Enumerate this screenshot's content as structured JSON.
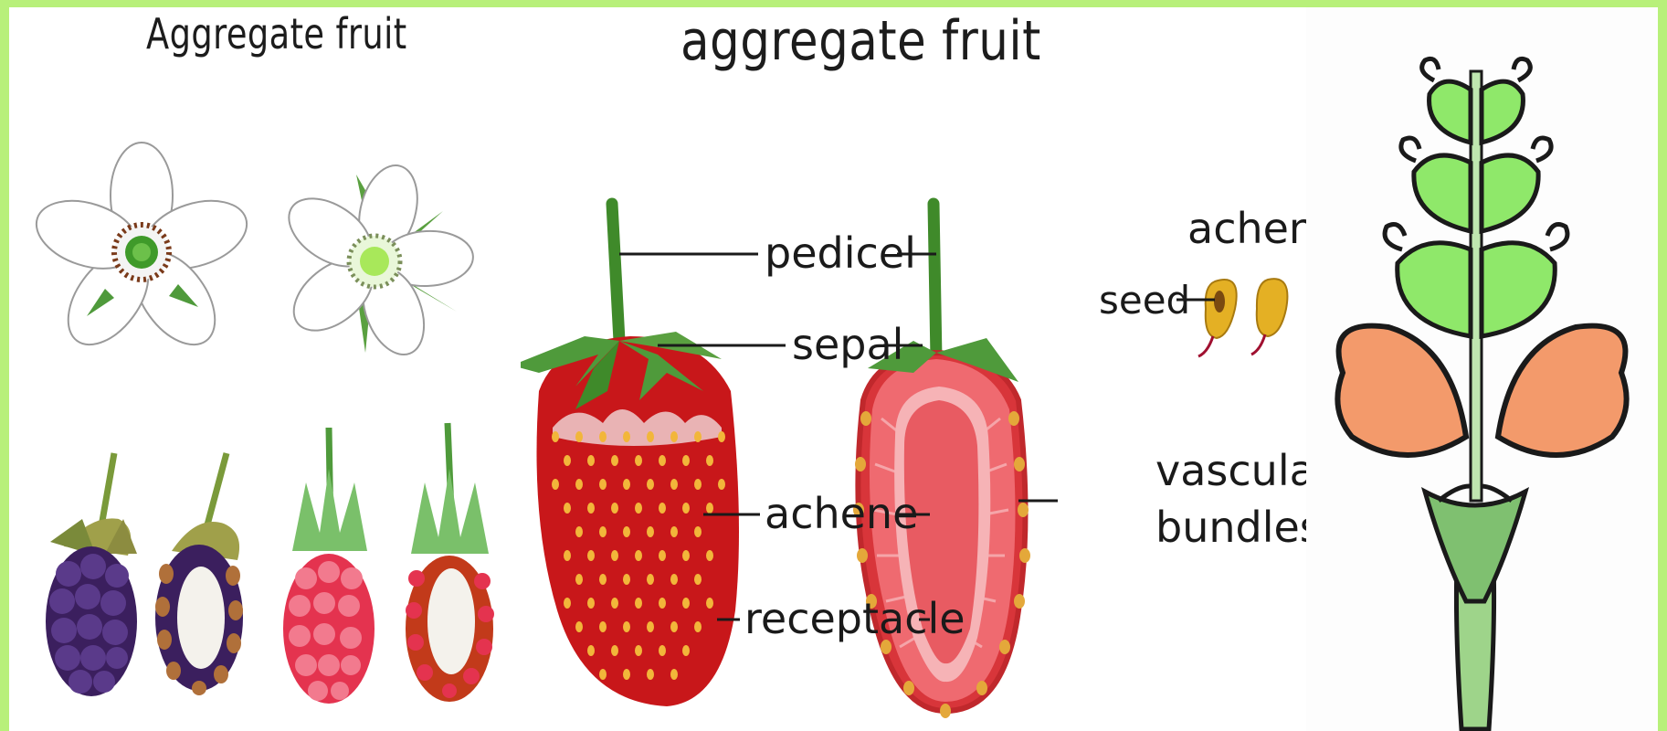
{
  "panels": {
    "left": {
      "title": "Aggregate fruit"
    },
    "middle": {
      "title": "aggregate fruit",
      "labels": {
        "pedicel": "pedicel",
        "sepal": "sepal",
        "achene": "achene",
        "receptacle": "receptacle",
        "achene_top": "achene",
        "seed": "seed",
        "vascular_line1": "vascular",
        "vascular_line2": "bundles"
      }
    }
  },
  "colors": {
    "border": "#b8f07a",
    "strawberry_red": "#c8171a",
    "flesh": "#e96a6f",
    "blackberry": "#3b1f5e",
    "raspberry": "#e4334f",
    "leaf_green": "#4f9a3b",
    "carpel_green": "#8fe86a",
    "petal_orange": "#f39a6b"
  }
}
